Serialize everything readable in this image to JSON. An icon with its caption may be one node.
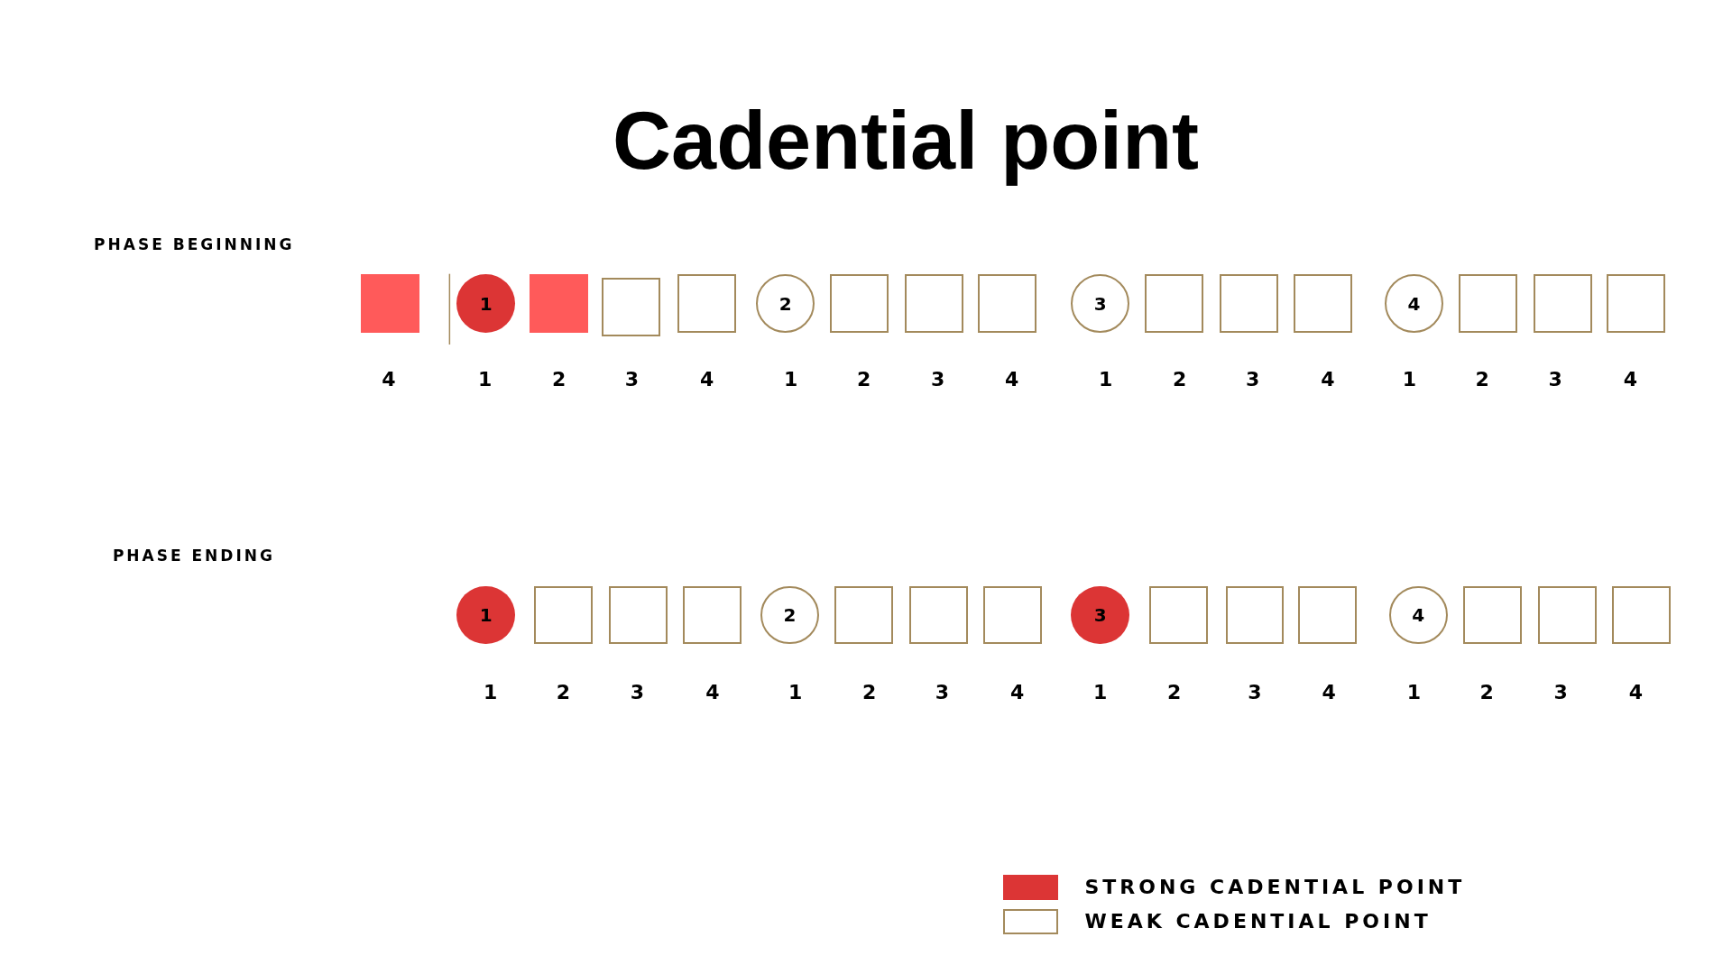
{
  "diagram": {
    "title": "Cadential point",
    "nodes": [
      {
        "text": [],
        "shape": "box",
        "beside": [
          "4"
        ]
      },
      {
        "text": [
          "1"
        ],
        "beside": [
          "1"
        ]
      },
      {
        "text": [],
        "shape": "box",
        "beside": [
          "2"
        ]
      },
      {
        "text": [],
        "shape": "box",
        "beside": [
          "3"
        ]
      },
      {
        "text": [],
        "shape": "box",
        "beside": [
          "4"
        ]
      },
      {
        "text": [
          "2"
        ],
        "beside": [
          "1"
        ]
      },
      {
        "text": [],
        "shape": "box",
        "beside": [
          "2"
        ]
      },
      {
        "text": [],
        "shape": "box",
        "beside": [
          "3"
        ]
      },
      {
        "text": [],
        "shape": "box",
        "beside": [
          "4"
        ]
      },
      {
        "text": [
          "3"
        ],
        "beside": [
          "1"
        ]
      },
      {
        "text": [],
        "shape": "box",
        "beside": [
          "2"
        ]
      },
      {
        "text": [],
        "shape": "box",
        "beside": [
          "3"
        ]
      },
      {
        "text": [],
        "shape": "box",
        "beside": [
          "4"
        ]
      },
      {
        "text": [
          "4"
        ],
        "beside": [
          "1"
        ]
      },
      {
        "text": [],
        "shape": "box",
        "beside": [
          "2"
        ]
      },
      {
        "text": [],
        "shape": "box",
        "beside": [
          "3"
        ]
      },
      {
        "text": [],
        "shape": "box",
        "beside": [
          "4"
        ]
      },
      {
        "text": [
          "1"
        ],
        "beside": [
          "1"
        ]
      },
      {
        "text": [],
        "shape": "box",
        "beside": [
          "2"
        ]
      },
      {
        "text": [],
        "shape": "box",
        "beside": [
          "3"
        ]
      },
      {
        "text": [],
        "shape": "box",
        "beside": [
          "4"
        ]
      },
      {
        "text": [
          "2"
        ],
        "beside": [
          "1"
        ]
      },
      {
        "text": [],
        "shape": "box",
        "beside": [
          "2"
        ]
      },
      {
        "text": [],
        "shape": "box",
        "beside": [
          "3"
        ]
      },
      {
        "text": [],
        "shape": "box",
        "beside": [
          "4"
        ]
      },
      {
        "text": [
          "3"
        ],
        "beside": [
          "1"
        ]
      },
      {
        "text": [],
        "shape": "box",
        "beside": [
          "2"
        ]
      },
      {
        "text": [],
        "shape": "box",
        "beside": [
          "3"
        ]
      },
      {
        "text": [],
        "shape": "box",
        "beside": [
          "4"
        ]
      },
      {
        "text": [
          "4"
        ],
        "beside": [
          "1"
        ]
      },
      {
        "text": [],
        "shape": "box",
        "beside": [
          "2"
        ]
      },
      {
        "text": [],
        "shape": "box",
        "beside": [
          "3"
        ]
      },
      {
        "text": [],
        "shape": "box",
        "beside": [
          "4"
        ]
      }
    ],
    "labels": [
      "PHASE BEGINNING",
      "PHASE ENDING"
    ],
    "legend": [
      {
        "text": "STRONG CADENTIAL POINT",
        "color": "#dc3535"
      },
      {
        "text": "WEAK CADENTIAL POINT"
      }
    ]
  }
}
